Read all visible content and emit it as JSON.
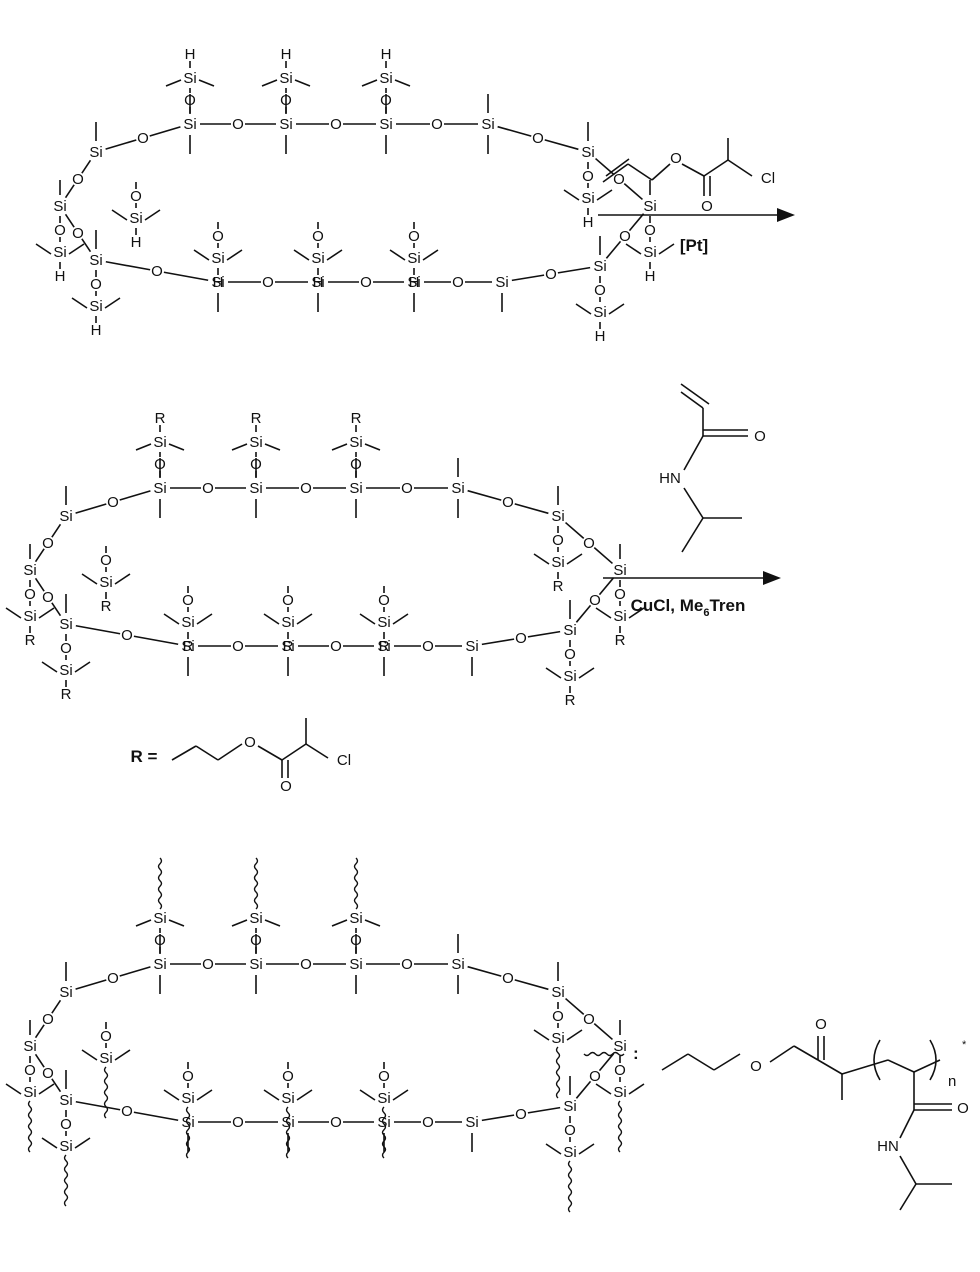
{
  "atoms": {
    "si": "Si",
    "o": "O",
    "h": "H",
    "r": "R",
    "cl": "Cl",
    "hn": "HN"
  },
  "step1": {
    "reagent_condition": "[Pt]"
  },
  "step2": {
    "reagent_condition_prefix": "CuCl, Me",
    "reagent_condition_sub": "6",
    "reagent_condition_suffix": "Tren"
  },
  "r_definition": {
    "label": "R ="
  },
  "polymer_legend": {
    "colon": ":",
    "repeat_index": "n",
    "end_marker": "*"
  },
  "colors": {
    "ink": "#111111",
    "background": "#ffffff"
  }
}
